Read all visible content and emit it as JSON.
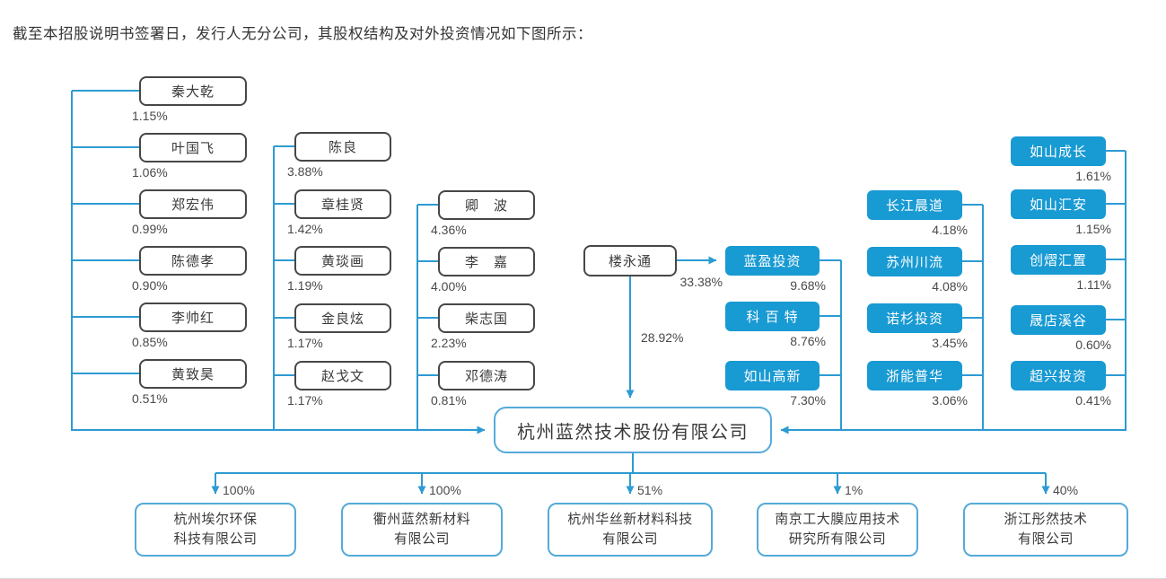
{
  "header": "截至本招股说明书签署日，发行人无分公司，其股权结构及对外投资情况如下图所示：",
  "company": {
    "name": "杭州蓝然技术股份有限公司"
  },
  "founder": {
    "name": "楼永通",
    "stake_in_lanying": "33.38%",
    "direct_stake": "28.92%"
  },
  "person_shareholders": {
    "col1": [
      {
        "name": "秦大乾",
        "pct": "1.15%"
      },
      {
        "name": "叶国飞",
        "pct": "1.06%"
      },
      {
        "name": "郑宏伟",
        "pct": "0.99%"
      },
      {
        "name": "陈德孝",
        "pct": "0.90%"
      },
      {
        "name": "李帅红",
        "pct": "0.85%"
      },
      {
        "name": "黄致昊",
        "pct": "0.51%"
      }
    ],
    "col2": [
      {
        "name": "陈良",
        "pct": "3.88%"
      },
      {
        "name": "章桂贤",
        "pct": "1.42%"
      },
      {
        "name": "黄琰画",
        "pct": "1.19%"
      },
      {
        "name": "金良炫",
        "pct": "1.17%"
      },
      {
        "name": "赵戈文",
        "pct": "1.17%"
      }
    ],
    "col3": [
      {
        "name": "卿　波",
        "pct": "4.36%"
      },
      {
        "name": "李　嘉",
        "pct": "4.00%"
      },
      {
        "name": "柴志国",
        "pct": "2.23%"
      },
      {
        "name": "邓德涛",
        "pct": "0.81%"
      }
    ]
  },
  "institution_shareholders": {
    "col1": [
      {
        "name": "蓝盈投资",
        "pct": "9.68%"
      },
      {
        "name": "科 百 特",
        "pct": "8.76%"
      },
      {
        "name": "如山高新",
        "pct": "7.30%"
      }
    ],
    "col2": [
      {
        "name": "长江晨道",
        "pct": "4.18%"
      },
      {
        "name": "苏州川流",
        "pct": "4.08%"
      },
      {
        "name": "诺杉投资",
        "pct": "3.45%"
      },
      {
        "name": "浙能普华",
        "pct": "3.06%"
      }
    ],
    "col3": [
      {
        "name": "如山成长",
        "pct": "1.61%"
      },
      {
        "name": "如山汇安",
        "pct": "1.15%"
      },
      {
        "name": "创熠汇置",
        "pct": "1.11%"
      },
      {
        "name": "晟店溪谷",
        "pct": "0.60%"
      },
      {
        "name": "超兴投资",
        "pct": "0.41%"
      }
    ]
  },
  "subsidiaries": [
    {
      "line1": "杭州埃尔环保",
      "line2": "科技有限公司",
      "pct": "100%"
    },
    {
      "line1": "衢州蓝然新材料",
      "line2": "有限公司",
      "pct": "100%"
    },
    {
      "line1": "杭州华丝新材料科技",
      "line2": "有限公司",
      "pct": "51%"
    },
    {
      "line1": "南京工大膜应用技术",
      "line2": "研究所有限公司",
      "pct": "1%"
    },
    {
      "line1": "浙江彤然技术",
      "line2": "有限公司",
      "pct": "40%"
    }
  ],
  "colors": {
    "line": "#2d9bd3",
    "institution_fill": "#189ad3",
    "person_border": "#474747",
    "company_border": "#55aad9"
  }
}
